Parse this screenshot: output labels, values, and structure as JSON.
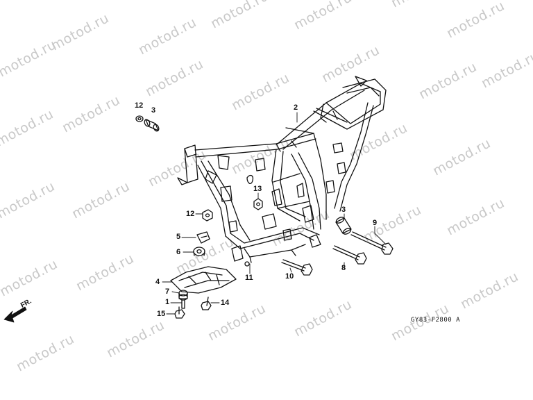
{
  "watermark": {
    "text": "motod.ru"
  },
  "diagram": {
    "drawing_code": "GY83-F2800",
    "drawing_suffix": "A",
    "direction_label": "FR.",
    "callouts": {
      "c1": "1",
      "c2": "2",
      "c3a": "3",
      "c3b": "3",
      "c4": "4",
      "c5": "5",
      "c6": "6",
      "c7": "7",
      "c8": "8",
      "c9": "9",
      "c10": "10",
      "c11": "11",
      "c12a": "12",
      "c12b": "12",
      "c13": "13",
      "c14": "14",
      "c15": "15"
    }
  },
  "colors": {
    "line": "#111111",
    "watermark": "#c9c9c9",
    "background": "#ffffff"
  }
}
